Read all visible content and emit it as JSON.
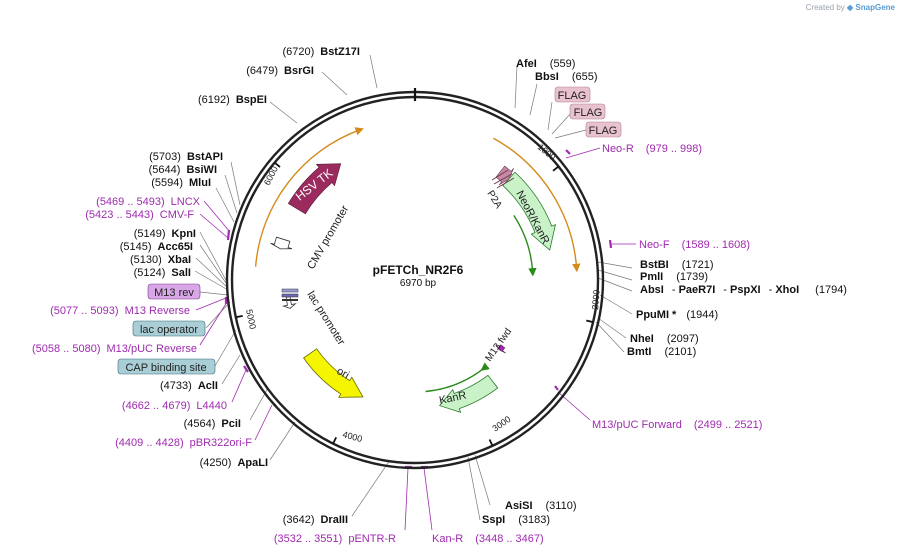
{
  "credit": {
    "prefix": "Created by",
    "brand": "SnapGene"
  },
  "plasmid": {
    "name": "pFETCh_NR2F6",
    "size": "6970 bp",
    "length": 6970
  },
  "ticks": [
    "1000",
    "2000",
    "3000",
    "4000",
    "5000",
    "6000"
  ],
  "features": [
    {
      "label": "HSV TK",
      "color": "#9b2a5e"
    },
    {
      "label": "CMV promoter",
      "color": "#ffffff"
    },
    {
      "label": "NeoR/KanR",
      "color": "#c9f2c9"
    },
    {
      "label": "P2A",
      "color": "#c78aa5"
    },
    {
      "label": "KanR",
      "color": "#c9f2c9"
    },
    {
      "label": "ori",
      "color": "#f5f500"
    },
    {
      "label": "lac promoter",
      "color": "#ffffff"
    },
    {
      "label": "M13 fwd",
      "color": "#a02ab0"
    }
  ],
  "boxed_labels": [
    {
      "text": "FLAG",
      "fill": "#e8c2cf"
    },
    {
      "text": "FLAG",
      "fill": "#e8c2cf"
    },
    {
      "text": "FLAG",
      "fill": "#e8c2cf"
    },
    {
      "text": "M13 rev",
      "fill": "#d9a6e8"
    },
    {
      "text": "lac operator",
      "fill": "#a9ced6"
    },
    {
      "text": "CAP binding site",
      "fill": "#a9ced6"
    }
  ],
  "sites_right": [
    {
      "name": "AfeI",
      "pos": "(559)"
    },
    {
      "name": "BbsI",
      "pos": "(655)"
    },
    {
      "name": "BstBI",
      "pos": "(1721)"
    },
    {
      "name": "PmlI",
      "pos": "(1739)"
    },
    {
      "name": "PpuMI *",
      "pos": "(1944)"
    },
    {
      "name": "NheI",
      "pos": "(2097)"
    },
    {
      "name": "BmtI",
      "pos": "(2101)"
    },
    {
      "name": "AsiSI",
      "pos": "(3110)"
    },
    {
      "name": "SspI",
      "pos": "(3183)"
    }
  ],
  "multi_site": {
    "names": [
      "AbsI",
      "PaeR7I",
      "PspXI",
      "XhoI"
    ],
    "pos": "(1794)"
  },
  "sites_left": [
    {
      "name": "BstZ17I",
      "pos": "(6720)"
    },
    {
      "name": "BsrGI",
      "pos": "(6479)"
    },
    {
      "name": "BspEI",
      "pos": "(6192)"
    },
    {
      "name": "BstAPI",
      "pos": "(5703)"
    },
    {
      "name": "BsiWI",
      "pos": "(5644)"
    },
    {
      "name": "MluI",
      "pos": "(5594)"
    },
    {
      "name": "KpnI",
      "pos": "(5149)"
    },
    {
      "name": "Acc65I",
      "pos": "(5145)"
    },
    {
      "name": "XbaI",
      "pos": "(5130)"
    },
    {
      "name": "SalI",
      "pos": "(5124)"
    },
    {
      "name": "AclI",
      "pos": "(4733)"
    },
    {
      "name": "PciI",
      "pos": "(4564)"
    },
    {
      "name": "ApaLI",
      "pos": "(4250)"
    },
    {
      "name": "DraIII",
      "pos": "(3642)"
    }
  ],
  "primers": [
    {
      "name": "Neo-R",
      "range": "(979 .. 998)"
    },
    {
      "name": "Neo-F",
      "range": "(1589 .. 1608)"
    },
    {
      "name": "M13/pUC Forward",
      "range": "(2499 .. 2521)"
    },
    {
      "name": "Kan-R",
      "range": "(3448 .. 3467)"
    },
    {
      "name": "pENTR-R",
      "range": "(3532 .. 3551)"
    },
    {
      "name": "pBR322ori-F",
      "range": "(4409 .. 4428)"
    },
    {
      "name": "L4440",
      "range": "(4662 .. 4679)"
    },
    {
      "name": "M13/pUC Reverse",
      "range": "(5058 .. 5080)"
    },
    {
      "name": "M13 Reverse",
      "range": "(5077 .. 5093)"
    },
    {
      "name": "CMV-F",
      "range": "(5423 .. 5443)"
    },
    {
      "name": "LNCX",
      "range": "(5469 .. 5493)"
    }
  ]
}
